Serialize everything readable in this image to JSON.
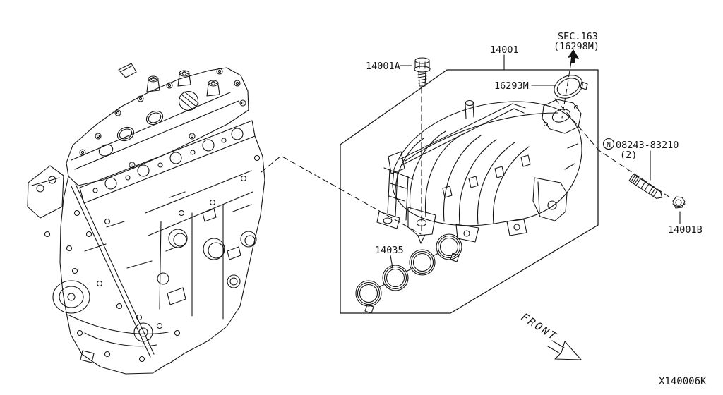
{
  "diagram": {
    "code": "X140006K",
    "front_label": "FRONT",
    "section_ref": {
      "line1": "SEC.163",
      "line2": "(16298M)"
    },
    "parts": {
      "manifold": "14001",
      "bolt": "14001A",
      "nut": "14001B",
      "manifold_gasket": "14035",
      "collector_gasket": "16293M",
      "stud_prefix": "N",
      "stud": "08243-83210",
      "stud_qty": "(2)"
    }
  },
  "colors": {
    "line": "#141414",
    "background": "#ffffff"
  }
}
